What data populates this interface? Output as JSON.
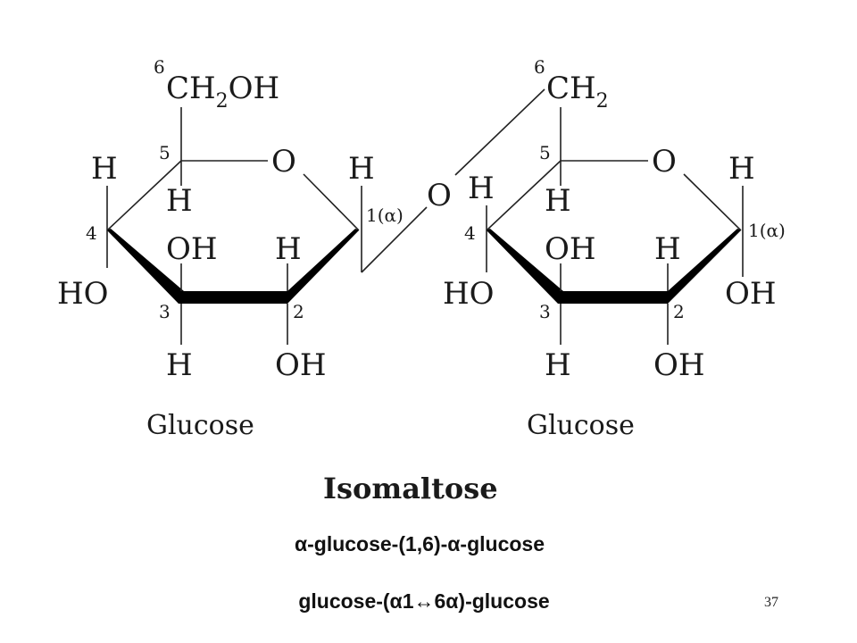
{
  "left_glucose": {
    "c6_group": "CH",
    "c6_sub": "2",
    "c6_tail": "OH",
    "c6_num": "6",
    "c5_num": "5",
    "c4_num": "4",
    "c3_num": "3",
    "c2_num": "2",
    "c1_num": "1(α)",
    "ring_o": "O",
    "h_c4_top": "H",
    "h_c5_down": "H",
    "h_c1_top": "H",
    "oh_c3_up": "OH",
    "h_c2_up": "H",
    "ho_c4": "HO",
    "h_c3_down": "H",
    "oh_c2_down": "OH",
    "caption": "Glucose"
  },
  "bridge_o": "O",
  "right_glucose": {
    "c6_group": "CH",
    "c6_sub": "2",
    "c6_num": "6",
    "c5_num": "5",
    "c4_num": "4",
    "c3_num": "3",
    "c2_num": "2",
    "c1_num": "1(α)",
    "ring_o": "O",
    "h_c4_top": "H",
    "h_c5_down": "H",
    "h_c1_top": "H",
    "oh_c3_up": "OH",
    "h_c2_up": "H",
    "ho_c4": "HO",
    "oh_c1_down": "OH",
    "h_c3_down": "H",
    "oh_c2_down": "OH",
    "caption": "Glucose"
  },
  "title": "Isomaltose",
  "line1": "α-glucose-(1,6)-α-glucose",
  "line2": "glucose-(α1↔6α)-glucose",
  "page_number": "37"
}
